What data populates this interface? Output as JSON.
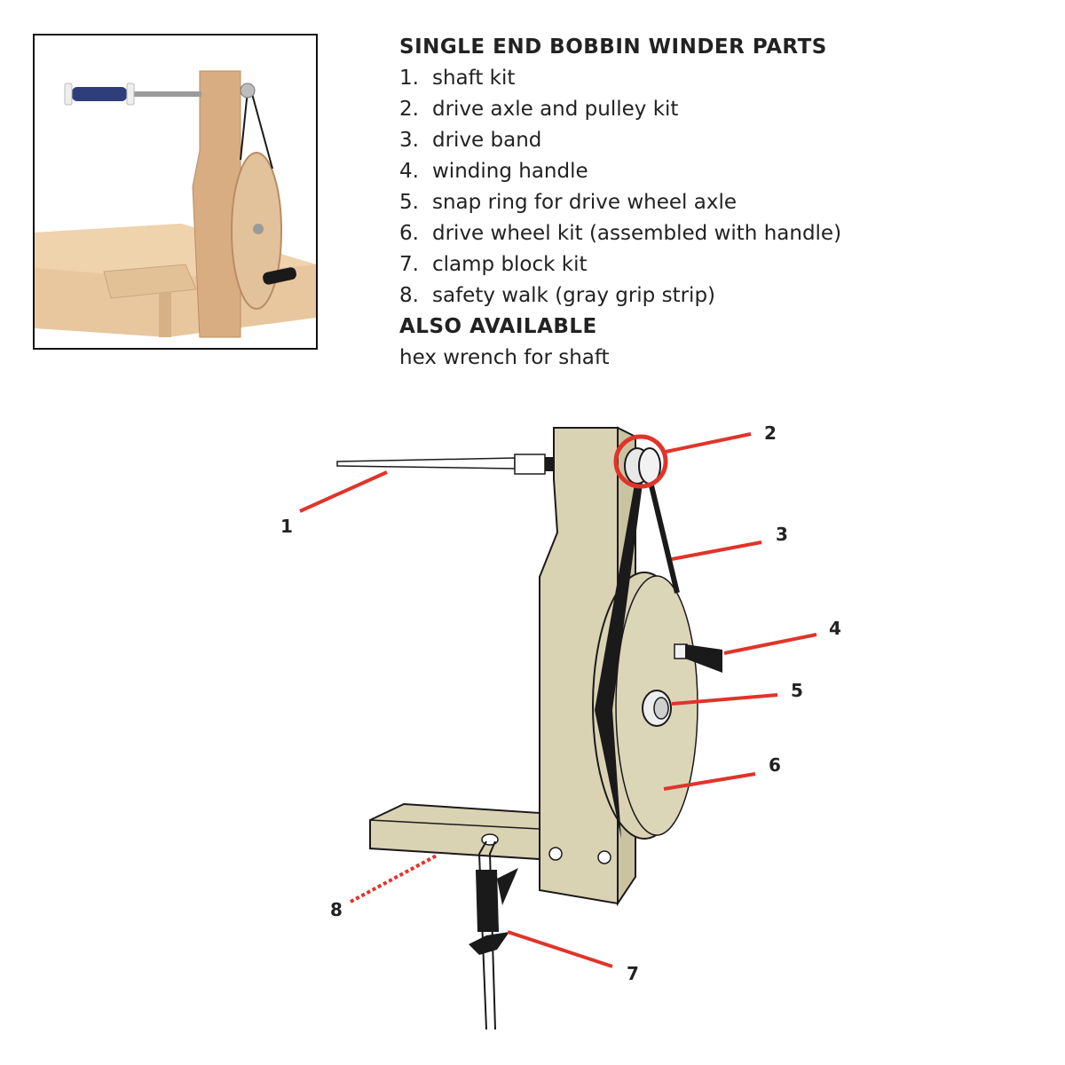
{
  "title": "SINGLE END BOBBIN WINDER PARTS",
  "parts": [
    {
      "num": "1.",
      "label": "shaft kit"
    },
    {
      "num": "2.",
      "label": "drive axle and pulley kit"
    },
    {
      "num": "3.",
      "label": "drive band"
    },
    {
      "num": "4.",
      "label": "winding handle"
    },
    {
      "num": "5.",
      "label": "snap ring for drive wheel axle"
    },
    {
      "num": "6.",
      "label": "drive wheel kit (assembled with handle)"
    },
    {
      "num": "7.",
      "label": "clamp block kit"
    },
    {
      "num": "8.",
      "label": "safety walk (gray grip strip)"
    }
  ],
  "also_available": {
    "heading": "ALSO AVAILABLE",
    "items": [
      "hex wrench for shaft"
    ]
  },
  "callouts": [
    "1",
    "2",
    "3",
    "4",
    "5",
    "6",
    "7",
    "8"
  ],
  "colors": {
    "callout_line": "#e0342a",
    "wood_drawing": "#d9d3b4",
    "wood_photo": "#dcb48c",
    "outline": "#1a1a1a"
  }
}
